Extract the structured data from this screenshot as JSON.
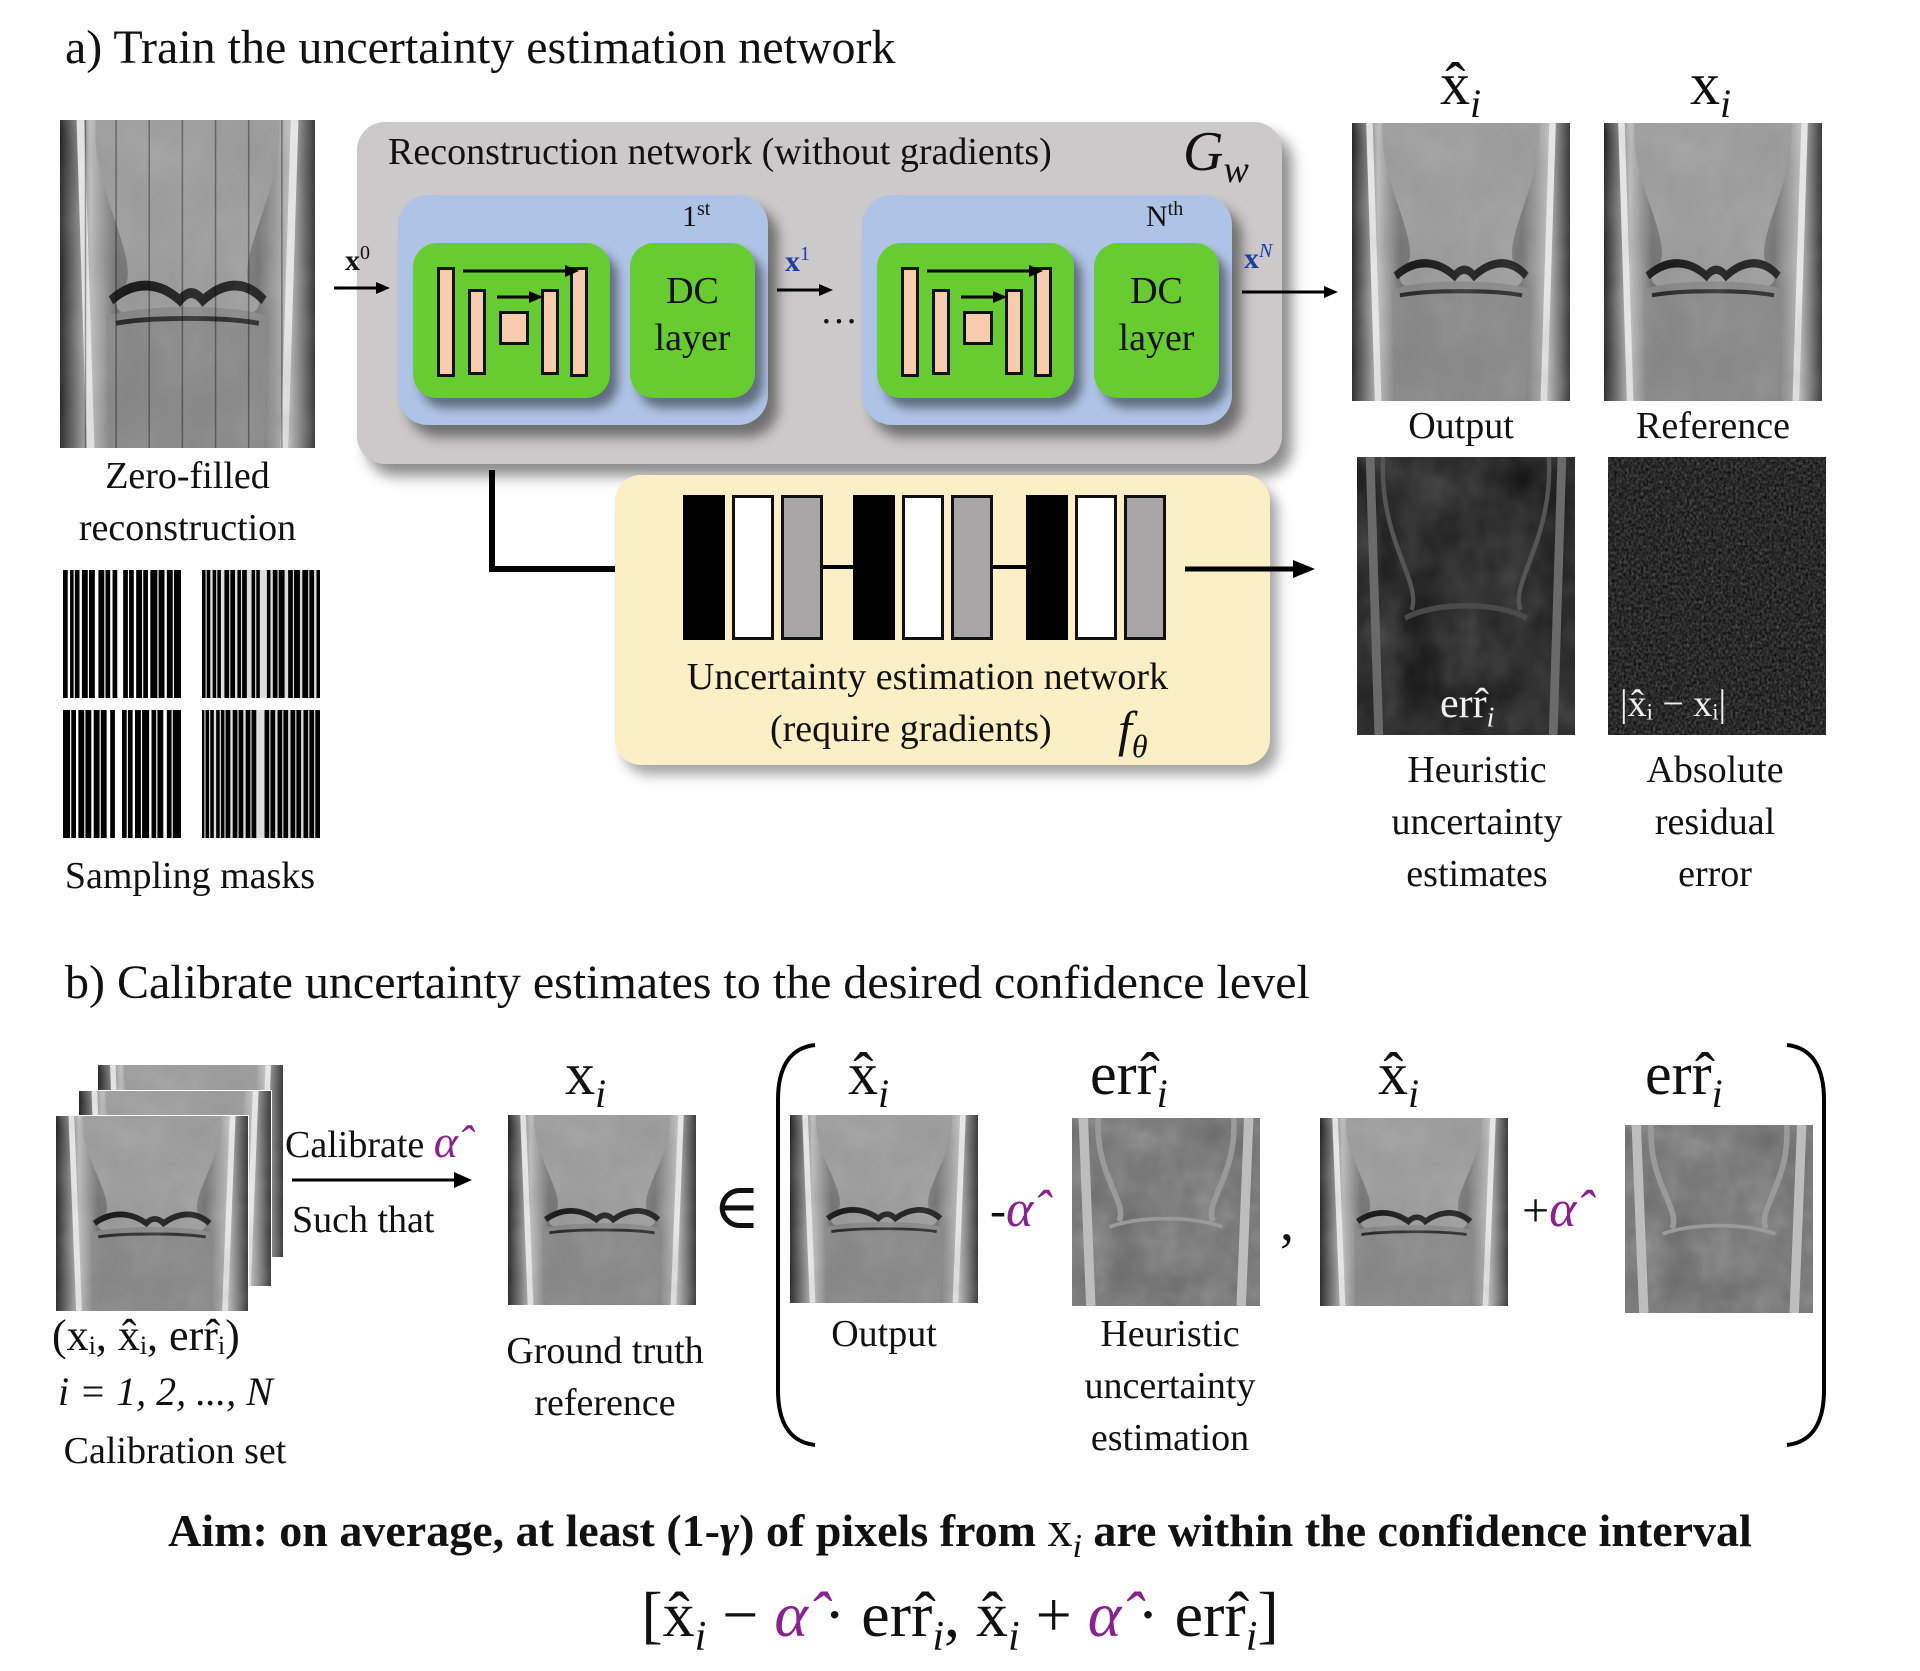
{
  "section_a": {
    "heading": "a) Train the uncertainty estimation network",
    "zero_filled_label_1": "Zero-filled",
    "zero_filled_label_2": "reconstruction",
    "sampling_masks_label": "Sampling masks",
    "recon_network_title": "Reconstruction network (without gradients)",
    "recon_network_symbol": "G",
    "recon_network_symbol_sub": "w",
    "cascade_first": "1",
    "cascade_first_sup": "st",
    "cascade_last": "N",
    "cascade_last_sup": "th",
    "dc_layer_line1": "DC",
    "dc_layer_line2": "layer",
    "ellipsis": "···",
    "x0": "x",
    "x0_sup": "0",
    "x1": "x",
    "x1_sup": "1",
    "xN": "x",
    "xN_sup": "N",
    "uncertainty_network_title_1": "Uncertainty estimation network",
    "uncertainty_network_title_2": "(require gradients)",
    "uncertainty_network_symbol": "f",
    "uncertainty_network_symbol_sub": "θ",
    "output_symbol": "x̂",
    "output_symbol_sub": "i",
    "reference_symbol": "x",
    "reference_symbol_sub": "i",
    "output_label": "Output",
    "reference_label": "Reference",
    "err_overlay": "err̂",
    "err_overlay_sub": "i",
    "residual_overlay": "|x̂ᵢ − xᵢ|",
    "heuristic_label_1": "Heuristic",
    "heuristic_label_2": "uncertainty",
    "heuristic_label_3": "estimates",
    "residual_label_1": "Absolute",
    "residual_label_2": "residual",
    "residual_label_3": "error"
  },
  "section_b": {
    "heading": "b) Calibrate uncertainty estimates to the desired confidence level",
    "calibrate_label": "Calibrate",
    "alpha_hat": "α̂",
    "such_that_label": "Such that",
    "tuple_label": "(xᵢ, x̂ᵢ, err̂ᵢ)",
    "index_label": "i = 1, 2, ..., N",
    "calibration_set_label": "Calibration set",
    "gt_symbol": "x",
    "gt_symbol_sub": "i",
    "gt_label_1": "Ground truth",
    "gt_label_2": "reference",
    "element_of": "∈",
    "out_symbol": "x̂",
    "out_symbol_sub": "i",
    "err_symbol": "err̂",
    "err_symbol_sub": "i",
    "minus_alpha": "-",
    "plus_alpha": "+",
    "comma": ",",
    "output_label": "Output",
    "heuristic_label_1": "Heuristic",
    "heuristic_label_2": "uncertainty",
    "heuristic_label_3": "estimation"
  },
  "aim": {
    "text_1": "Aim: on average, at least (1-",
    "gamma": "γ",
    "text_2": ") of pixels from",
    "x_symbol": "x",
    "x_sub": "i",
    "text_3": "are within the confidence interval"
  },
  "interval": {
    "open": "[",
    "xhat": "x̂",
    "sub_i": "i",
    "minus": "−",
    "alpha": "α̂",
    "dot": "·",
    "err": "err̂",
    "comma": ",",
    "plus": "+",
    "close": "]"
  },
  "colors": {
    "alpha_purple": "#8a2190",
    "x_blue": "#1c3ea6",
    "gray_panel": "#cbc9c9",
    "blue_panel": "#aec4e6",
    "green_box": "#66cc2f",
    "yellow_panel": "#fbefc6",
    "peach_block": "#f6ccac"
  }
}
